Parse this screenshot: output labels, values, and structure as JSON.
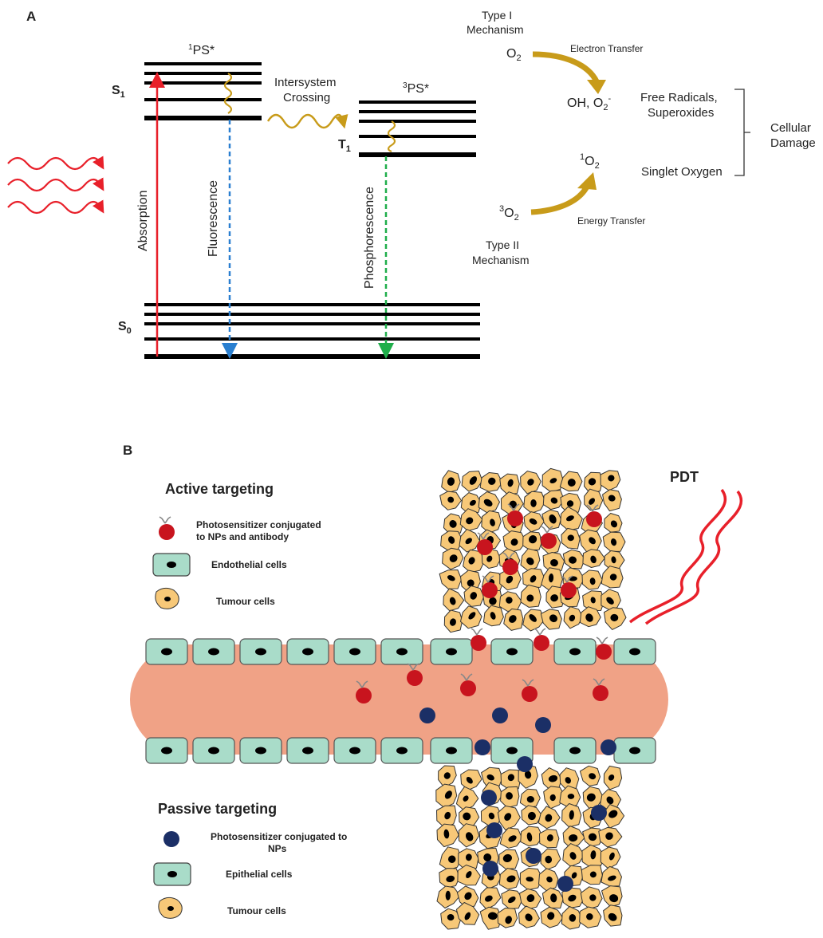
{
  "panel_a": {
    "label": "A",
    "ps_singlet_label": "PS*",
    "ps_singlet_sup": "1",
    "ps_triplet_label": "PS*",
    "ps_triplet_sup": "3",
    "s1_label": "S",
    "s1_sub": "1",
    "t1_label": "T",
    "t1_sub": "1",
    "s0_label": "S",
    "s0_sub": "0",
    "absorption": "Absorption",
    "fluorescence": "Fluorescence",
    "phosphorescence": "Phosphorescence",
    "isc_line1": "Intersystem",
    "isc_line2": "Crossing",
    "type1_line1": "Type I",
    "type1_line2": "Mechanism",
    "o2": "O",
    "o2_sub": "2",
    "electron_transfer": "Electron Transfer",
    "products_oh": "OH, O",
    "products_o2_sub": "2",
    "products_o2_sup": "-",
    "free_radicals_line1": "Free Radicals,",
    "free_radicals_line2": "Superoxides",
    "singlet_o2_sup": "1",
    "singlet_o2": "O",
    "singlet_o2_sub": "2",
    "singlet_oxygen": "Singlet Oxygen",
    "triplet_o2_sup": "3",
    "triplet_o2": "O",
    "triplet_o2_sub": "2",
    "energy_transfer": "Energy Transfer",
    "type2_line1": "Type II",
    "type2_line2": "Mechanism",
    "cellular_line1": "Cellular",
    "cellular_line2": "Damage"
  },
  "panel_b": {
    "label": "B",
    "pdt": "PDT",
    "active_title": "Active targeting",
    "active_legend": [
      {
        "line1": "Photosensitizer conjugated",
        "line2": "to NPs and antibody"
      },
      {
        "line1": "Endothelial cells",
        "line2": ""
      },
      {
        "line1": "Tumour cells",
        "line2": ""
      }
    ],
    "passive_title": "Passive targeting",
    "passive_legend": [
      {
        "line1": "Photosensitizer conjugated to",
        "line2": "NPs"
      },
      {
        "line1": "Epithelial cells",
        "line2": ""
      },
      {
        "line1": "Tumour cells",
        "line2": ""
      }
    ]
  },
  "colors": {
    "red_light": "#e8202a",
    "absorption_arrow": "#e8202a",
    "fluorescence_arrow": "#2a7fd0",
    "phosphorescence_arrow": "#1fae4a",
    "gold": "#c89b1a",
    "vessel": "#f0a286",
    "endothelial_cell": "#a9dcc9",
    "tumour_cell": "#f7c878",
    "np_red": "#c8141e",
    "np_blue": "#1b2f66"
  }
}
